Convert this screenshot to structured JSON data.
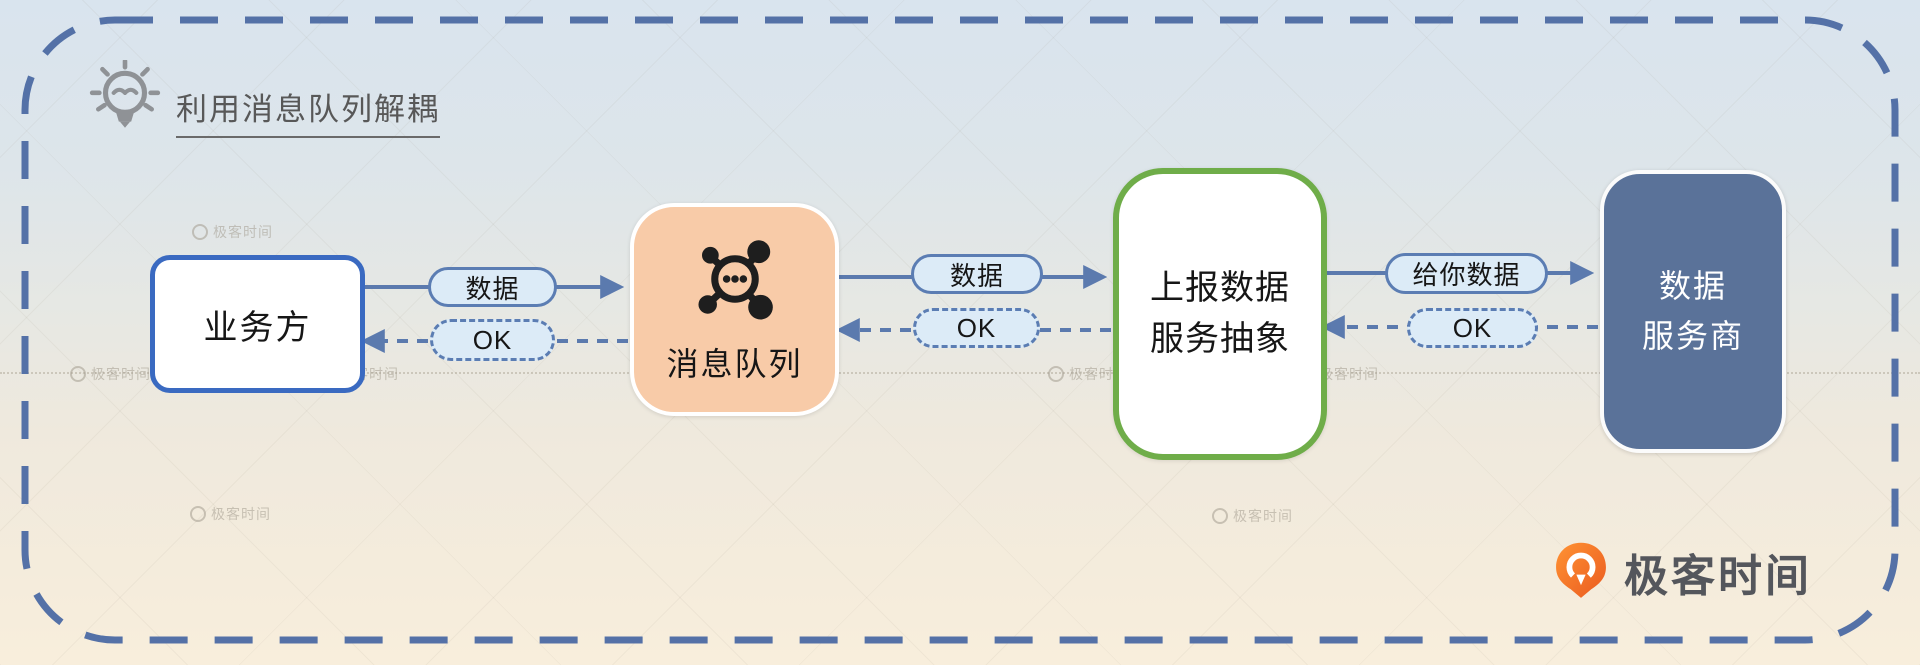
{
  "title": {
    "text": "利用消息队列解耦",
    "icon": "lightbulb-icon"
  },
  "nodes": {
    "business": {
      "label": "业务方"
    },
    "mq": {
      "label": "消息队列",
      "icon": "hub-network-icon"
    },
    "report": {
      "label_line1": "上报数据",
      "label_line2": "服务抽象"
    },
    "provider": {
      "label_line1": "数据",
      "label_line2": "服务商"
    }
  },
  "edges": [
    {
      "from": "business",
      "to": "mq",
      "label": "数据",
      "style": "solid",
      "direction": "right"
    },
    {
      "from": "mq",
      "to": "business",
      "label": "OK",
      "style": "dashed",
      "direction": "left"
    },
    {
      "from": "mq",
      "to": "report",
      "label": "数据",
      "style": "solid",
      "direction": "right"
    },
    {
      "from": "report",
      "to": "mq",
      "label": "OK",
      "style": "dashed",
      "direction": "left"
    },
    {
      "from": "report",
      "to": "provider",
      "label": "给你数据",
      "style": "solid",
      "direction": "right"
    },
    {
      "from": "provider",
      "to": "report",
      "label": "OK",
      "style": "dashed",
      "direction": "left"
    }
  ],
  "brand": {
    "logo_text": "极客时间",
    "icon": "geektime-logo"
  },
  "watermark": {
    "text": "极客时间"
  },
  "colors": {
    "arrow_blue": "#5b7aae",
    "pill_fill": "#dcebf7",
    "pill_border": "#5b7db3",
    "business_border": "#3a6ac1",
    "report_border": "#6fad49",
    "mq_fill": "#f8cba8",
    "provider_fill": "#5a7299",
    "outer_dash_border": "#5471a7",
    "brand_orange": "#f06a1e"
  }
}
